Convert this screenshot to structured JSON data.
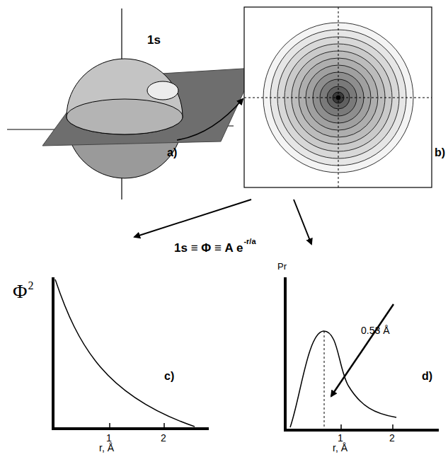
{
  "diagram": {
    "labels": [
      "1s",
      "a)",
      "b)",
      "1s ≡ Φ ≡ A e",
      "-r/a",
      "Φ",
      "2",
      "Pr",
      "0.53 Å",
      "c)",
      "d)",
      "1",
      "2",
      "r, Å",
      "1",
      "2",
      "r, Å"
    ]
  }
}
